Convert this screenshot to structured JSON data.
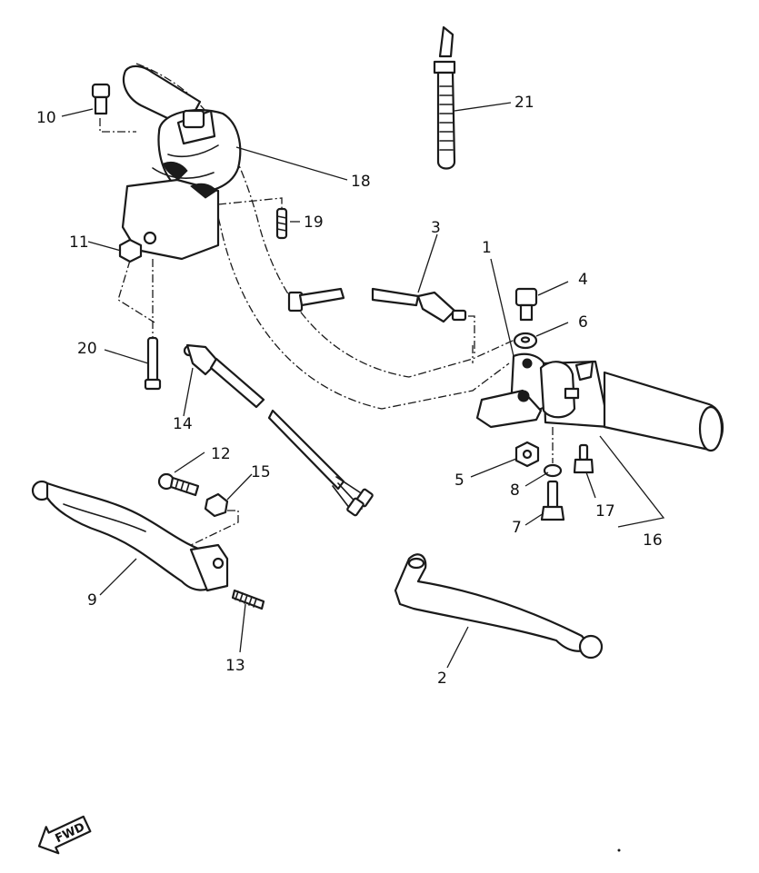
{
  "callouts": [
    "1",
    "2",
    "3",
    "4",
    "5",
    "6",
    "7",
    "8",
    "9",
    "10",
    "11",
    "12",
    "13",
    "14",
    "15",
    "16",
    "17",
    "18",
    "19",
    "20",
    "21"
  ],
  "fwd_label": "FWD"
}
